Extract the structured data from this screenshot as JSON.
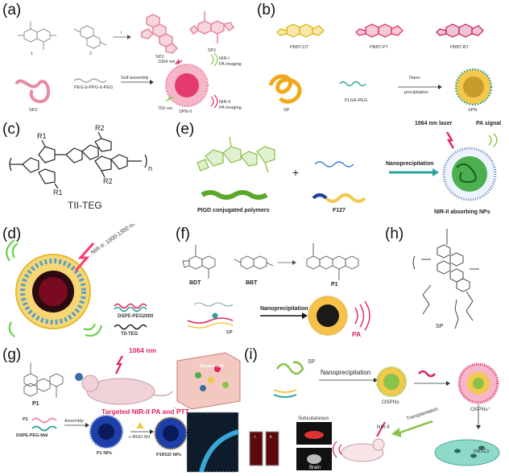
{
  "panels": {
    "a": {
      "label": "(a)",
      "num1": "1",
      "num2": "2",
      "sp2": "SP2",
      "sp1": "SP1",
      "i": "i",
      "sp2b": "SP2",
      "peg": "PEG-b-PPG-b-PEG",
      "self": "Self-assembly",
      "nm1064": "1064 nm",
      "nm750": "750 nm",
      "nir1": "NIR-I",
      "pa1": "PA Imaging",
      "nir2": "NIR-II",
      "pa2": "PA Imaging",
      "spn": "SPN-II"
    },
    "b": {
      "label": "(b)",
      "dt": "PBBT-DT",
      "pt": "PBBT-PT",
      "bt": "PBBT-BT",
      "sp": "SP",
      "plga": "PLGA-PEG",
      "nano1": "Nano-",
      "nano2": "precipitation",
      "spn": "SPN"
    },
    "c": {
      "label": "(c)",
      "r1a": "R1",
      "r1b": "R1",
      "r2a": "R2",
      "r2b": "R2",
      "n": "n",
      "name": "TII-TEG"
    },
    "e": {
      "label": "(e)",
      "laser": "1064 nm laser",
      "pa": "PA signal",
      "plus": "+",
      "nano": "Nanoprecipitation",
      "pigd": "PIGD conjugated polymers",
      "f127": "F127",
      "nps": "NIR-II absorbing NPs"
    },
    "d": {
      "label": "(d)",
      "nir": "NIR-II: 1000-1350 nm",
      "dspe": "DSPE-PEG2000",
      "tii": "TII-TEG"
    },
    "f": {
      "label": "(f)",
      "bdt": "BDT",
      "bbt": "BBT",
      "p1": "P1",
      "nano": "Nanoprecipitation",
      "cp": "CP",
      "pa": "PA"
    },
    "h": {
      "label": "(h)",
      "sp": "SP"
    },
    "g": {
      "label": "(g)",
      "nm": "1064 nm",
      "p1": "P1",
      "target": "Targeted NIR-II PA and PTT",
      "normal": "Normal cell",
      "p1b": "P1",
      "assembly": "Assembly",
      "dspe": "DSPE-PEG-Mal",
      "crgd": "c-RGD-SH",
      "p1nps": "P1 NPs",
      "p1rgd": "P1RGD NPs"
    },
    "i": {
      "label": "(i)",
      "sp": "SP",
      "nano": "Nanoprecipitation",
      "ospns": "OSPNs",
      "ospnsplus": "OSPNs⁺",
      "sub": "Subcutaneous",
      "brain": "Brain",
      "nir": "NIR-II",
      "trans": "Transplantation",
      "msc": "hMSCs",
      "vial1": "i",
      "vial2": "ii"
    }
  },
  "colors": {
    "red": "#e0245e",
    "green": "#8bc34a",
    "yellow": "#f2c94c",
    "blue": "#1e3fa8",
    "teal": "#2aa198",
    "pink": "#e88ba0"
  }
}
